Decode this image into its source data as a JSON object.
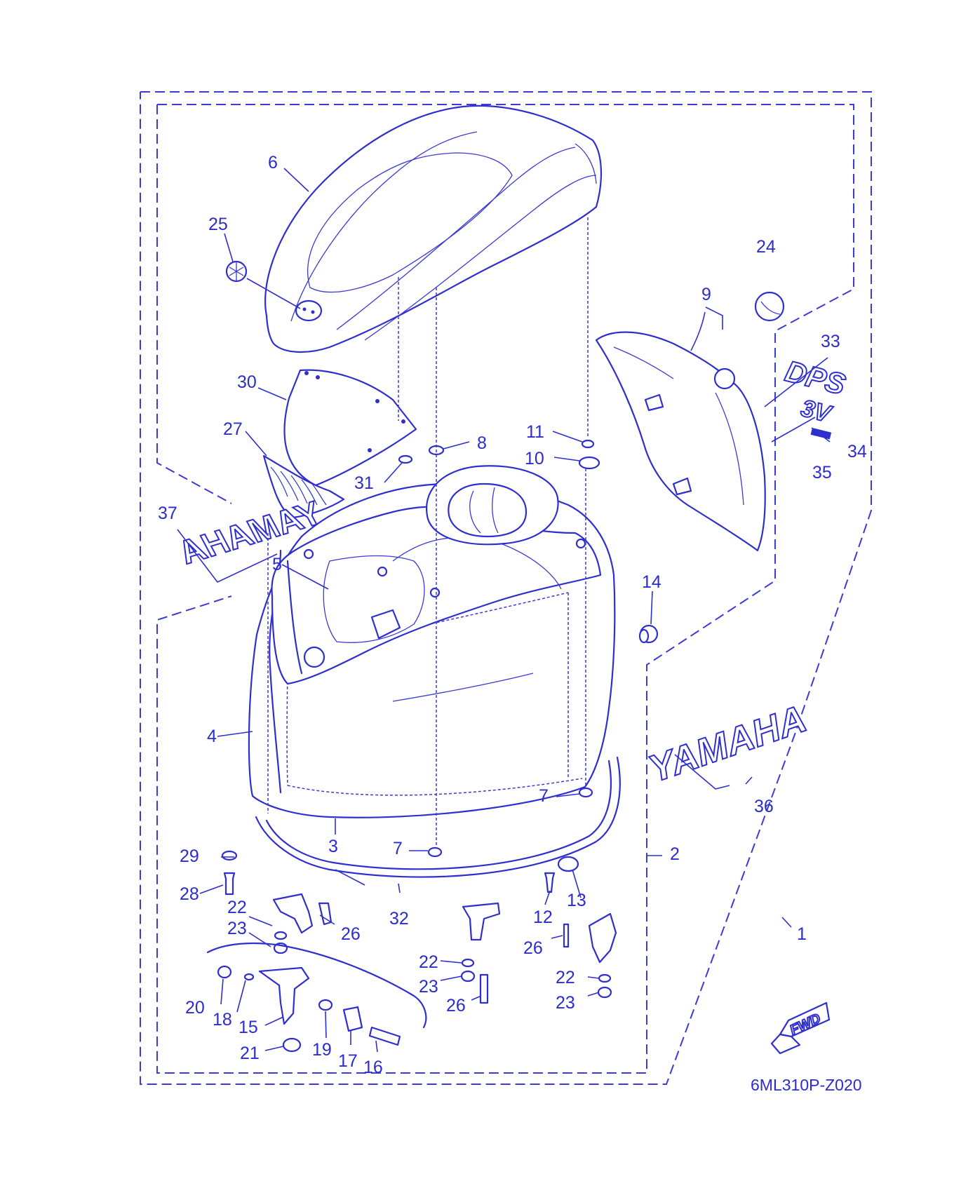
{
  "diagram": {
    "drawing_code": "6ML310P-Z020",
    "fwd_label": "FWD",
    "decal_front": "YAMAHA",
    "decal_side": "YAMAHA",
    "decal_dps": "DPS",
    "decal_model": "3V",
    "accent_color": "#2f2fd0",
    "callouts": [
      "1",
      "2",
      "3",
      "4",
      "5",
      "6",
      "7",
      "7",
      "8",
      "9",
      "10",
      "11",
      "12",
      "13",
      "14",
      "15",
      "16",
      "17",
      "18",
      "19",
      "20",
      "21",
      "22",
      "22",
      "22",
      "23",
      "23",
      "23",
      "24",
      "25",
      "26",
      "26",
      "26",
      "27",
      "28",
      "29",
      "30",
      "31",
      "32",
      "33",
      "34",
      "35",
      "36",
      "37"
    ]
  }
}
